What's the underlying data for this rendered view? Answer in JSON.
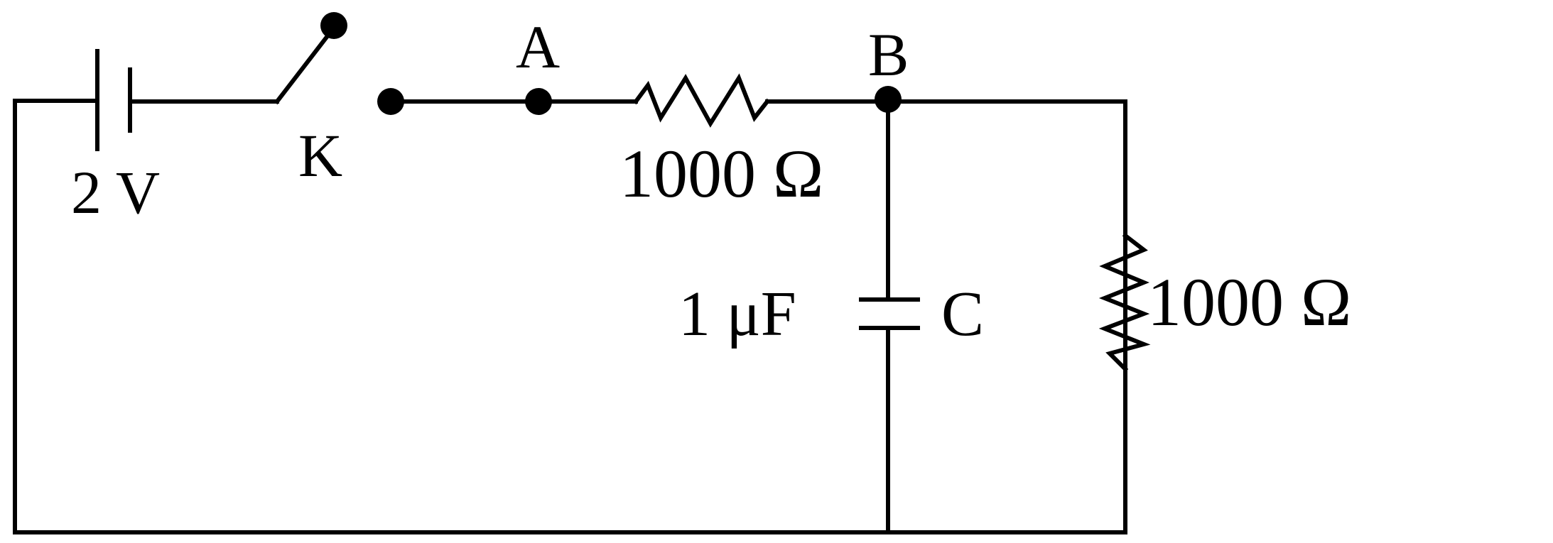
{
  "diagram": {
    "type": "circuit",
    "battery": {
      "label": "2 V"
    },
    "switch": {
      "label": "K",
      "state": "open"
    },
    "nodes": {
      "a": "A",
      "b": "B"
    },
    "series_resistor": {
      "label": "1000 Ω"
    },
    "capacitor": {
      "value_label": "1 μF",
      "name_label": "C"
    },
    "load_resistor": {
      "label": "1000 Ω"
    },
    "colors": {
      "ink": "#000000",
      "background": "#ffffff"
    }
  }
}
